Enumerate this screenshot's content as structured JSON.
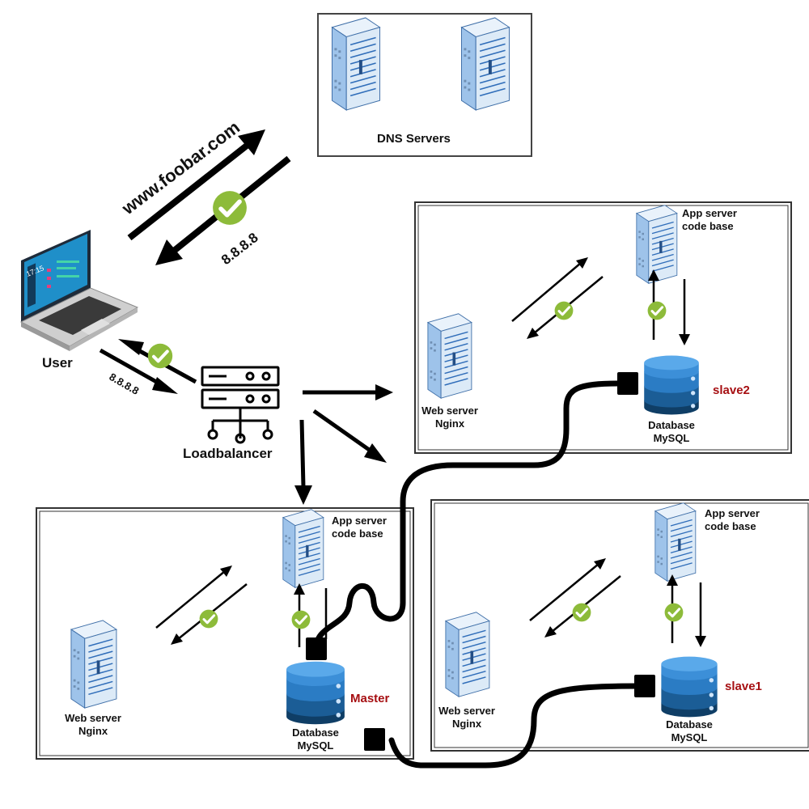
{
  "dns": {
    "label": "DNS Servers"
  },
  "domain_text": "www.foobar.com",
  "ip_top": "8.8.8.8",
  "ip_user": "8.8.8.8",
  "user": {
    "label": "User"
  },
  "laptop_clock": "17:15",
  "loadbalancer": {
    "label": "Loadbalancer"
  },
  "cluster_top": {
    "app_line1": "App server",
    "app_line2": "code base",
    "web_line1": "Web server",
    "web_line2": "Nginx",
    "db_line1": "Database",
    "db_line2": "MySQL",
    "role": "slave2"
  },
  "cluster_left": {
    "app_line1": "App server",
    "app_line2": "code base",
    "web_line1": "Web server",
    "web_line2": "Nginx",
    "db_line1": "Database",
    "db_line2": "MySQL",
    "role": "Master"
  },
  "cluster_right": {
    "app_line1": "App server",
    "app_line2": "code base",
    "web_line1": "Web server",
    "web_line2": "Nginx",
    "db_line1": "Database",
    "db_line2": "MySQL",
    "role": "slave1"
  },
  "colors": {
    "check_green": "#8dbb3a",
    "role_red": "#a60f12",
    "server_light": "#dceaf7",
    "server_blue": "#3c7fd0",
    "db_top": "#5aa9ea",
    "db_dark": "#1b5d96"
  },
  "icons": [
    "server-icon",
    "database-icon",
    "laptop-icon",
    "loadbalancer-icon",
    "check-icon",
    "arrow-icon",
    "cable-icon"
  ]
}
